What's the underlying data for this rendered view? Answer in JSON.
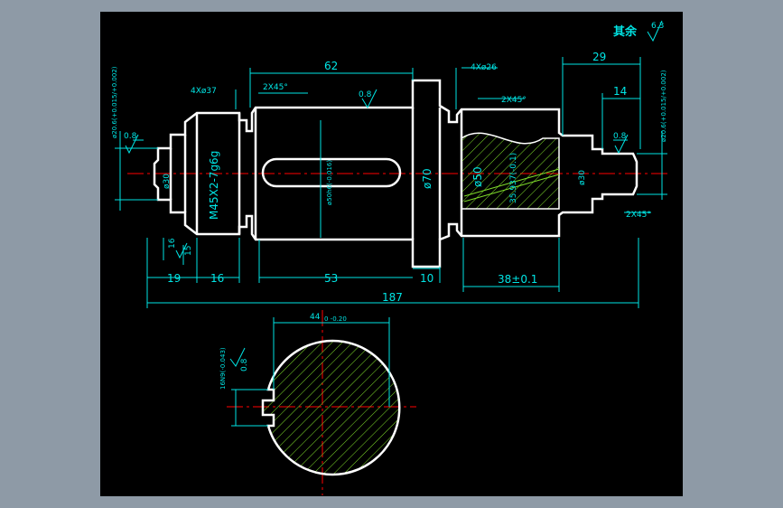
{
  "colors": {
    "background": "#8e9aa6",
    "sheet": "#000000",
    "outline": "#ffffff",
    "dimension": "#00e5e5",
    "centerline": "#ff0000",
    "hatch": "#7fdc2a"
  },
  "roughness_note": {
    "label": "其余",
    "value": "6.3"
  },
  "dimensions": {
    "top_62": "62",
    "top_29": "29",
    "top_14": "14",
    "chamfer_left": "2X45°",
    "chamfer_right_top": "2X45°",
    "chamfer_right_bottom": "2X45°",
    "dia_37": "4Xø37",
    "dia_26": "4Xø26",
    "rough_08_a": "0.8",
    "rough_08_b": "0.8",
    "rough_08_c": "0.8",
    "left_fit": "ø20.6(+0.015/+0.002)",
    "right_fit": "ø20.6(+0.015/+0.002)",
    "thread": "M45X2-7g6g",
    "d30_left": "ø30",
    "d30_right": "ø30",
    "d50_mid": "ø50h6(-0.016)",
    "d70": "ø70",
    "d50_right": "ø50",
    "gear": "35.937(-0.1)",
    "dim_16": "16",
    "dim_15": "15",
    "bottom_19": "19",
    "bottom_16": "16",
    "bottom_53": "53",
    "bottom_10": "10",
    "bottom_38": "38±0.1",
    "total_187": "187",
    "key_width": "44",
    "key_tol": "0 -0.20",
    "keyway": "16N9(-0.043)",
    "keyway_rough": "0.8"
  }
}
